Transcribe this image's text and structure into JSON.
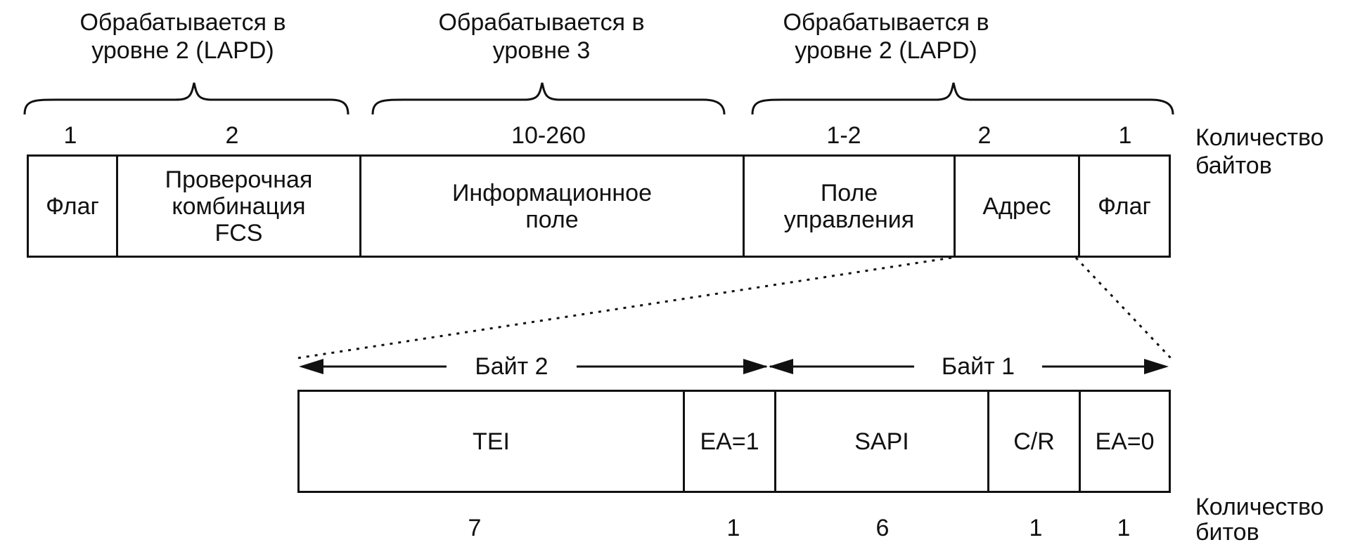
{
  "groups": {
    "left": "Обрабатывается в\nуровне 2 (LAPD)",
    "middle": "Обрабатывается в\nуровне 3",
    "right": "Обрабатывается в\nуровне 2 (LAPD)"
  },
  "frame": {
    "byte_counts": [
      "1",
      "2",
      "10-260",
      "1-2",
      "2",
      "1"
    ],
    "fields": [
      "Флаг",
      "Проверочная\nкомбинация\nFCS",
      "Информационное\nполе",
      "Поле\nуправления",
      "Адрес",
      "Флаг"
    ],
    "count_label": "Количество\nбайтов"
  },
  "address": {
    "byte2_label": "Байт 2",
    "byte1_label": "Байт 1",
    "fields": [
      "TEI",
      "EA=1",
      "SAPI",
      "C/R",
      "EA=0"
    ],
    "bit_counts": [
      "7",
      "1",
      "6",
      "1",
      "1"
    ],
    "count_label": "Количество\nбитов"
  }
}
